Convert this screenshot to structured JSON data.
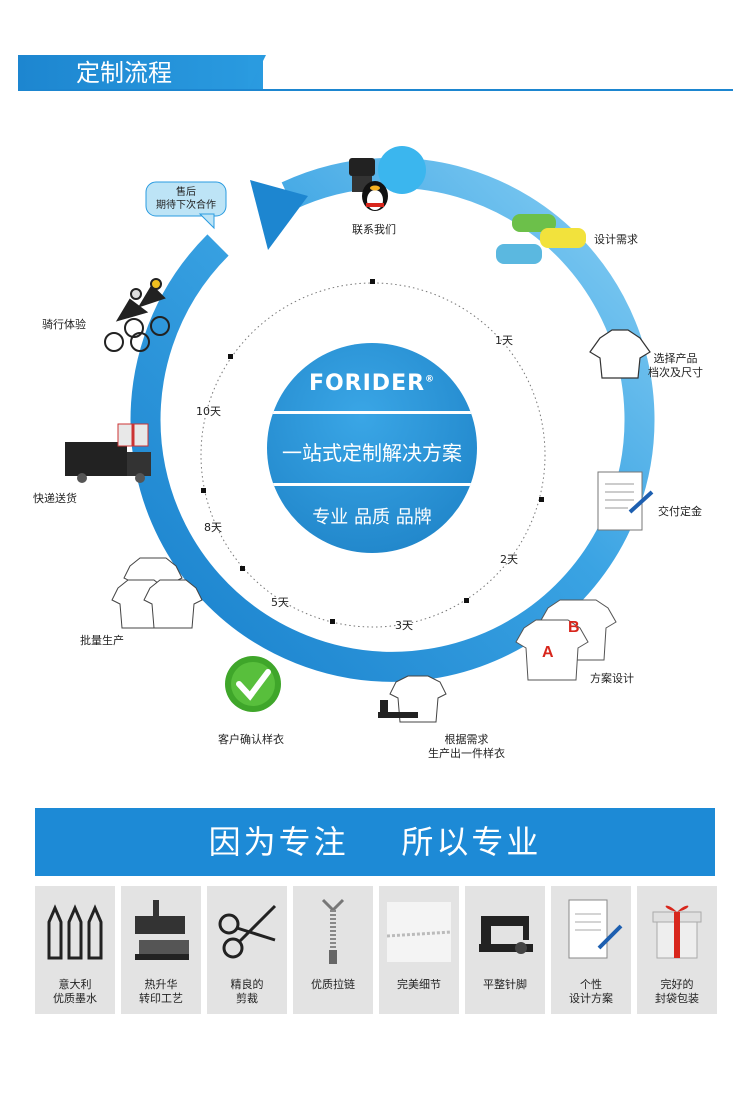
{
  "header": {
    "title": "定制流程"
  },
  "center": {
    "brand": "FORIDER",
    "registered_mark": "®",
    "slogan_main": "一站式定制解决方案",
    "slogan_sub": "专业 品质 品牌"
  },
  "after_sale_bubble": "售后\n期待下次合作",
  "steps": [
    {
      "label": "联系我们",
      "icon": "phone-qq-icon"
    },
    {
      "label": "设计需求",
      "icon": "chat-bubbles-icon"
    },
    {
      "label": "选择产品\n档次及尺寸",
      "icon": "jersey-icon"
    },
    {
      "label": "交付定金",
      "icon": "document-pen-icon"
    },
    {
      "label": "方案设计",
      "icon": "ab-jerseys-icon"
    },
    {
      "label": "根据需求\n生产出一件样衣",
      "icon": "sewing-jersey-icon"
    },
    {
      "label": "客户确认样衣",
      "icon": "check-icon"
    },
    {
      "label": "批量生产",
      "icon": "jersey-stack-icon"
    },
    {
      "label": "快递送货",
      "icon": "truck-icon"
    },
    {
      "label": "骑行体验",
      "icon": "cyclists-icon"
    }
  ],
  "day_marks": [
    "1天",
    "2天",
    "3天",
    "5天",
    "8天",
    "10天"
  ],
  "banner": {
    "text": "因为专注    所以专业"
  },
  "features": [
    {
      "label": "意大利\n优质墨水",
      "icon": "ink-bottles-icon"
    },
    {
      "label": "热升华\n转印工艺",
      "icon": "heat-press-icon"
    },
    {
      "label": "精良的\n剪裁",
      "icon": "scissors-icon"
    },
    {
      "label": "优质拉链",
      "icon": "zipper-icon"
    },
    {
      "label": "完美细节",
      "icon": "fabric-detail-icon"
    },
    {
      "label": "平整针脚",
      "icon": "sewing-machine-icon"
    },
    {
      "label": "个性\n设计方案",
      "icon": "design-paper-icon"
    },
    {
      "label": "完好的\n封袋包装",
      "icon": "gift-box-icon"
    }
  ],
  "colors": {
    "primary": "#1d86d0",
    "light": "#79c7f0",
    "check": "#3fa62a"
  }
}
